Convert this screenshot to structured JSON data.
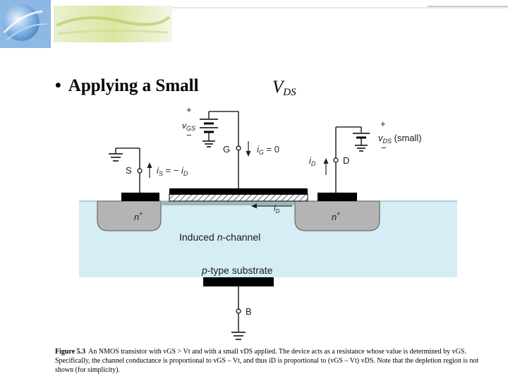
{
  "slide": {
    "bullet": "•",
    "title": "Applying a Small",
    "title_symbol": "V",
    "title_symbol_sub": "DS"
  },
  "figure": {
    "gate_source_plus": "+",
    "gate_source_minus": "−",
    "vgs_label": "v",
    "vgs_sub": "GS",
    "gate_terminal": "G",
    "gate_current": "i",
    "gate_current_sub": "G",
    "gate_current_value": " = 0",
    "drain_source_plus": "+",
    "drain_source_minus": "−",
    "vds_label": "v",
    "vds_sub": "DS",
    "vds_note": " (small)",
    "source_terminal": "S",
    "source_current_a": "i",
    "source_current_a_sub": "S",
    "source_current_eq": " = − ",
    "source_current_b": "i",
    "source_current_b_sub": "D",
    "drain_current": "i",
    "drain_current_sub": "D",
    "drain_terminal": "D",
    "channel_current": "i",
    "channel_current_sub": "D",
    "source_region": "n",
    "source_region_sup": "+",
    "drain_region": "n",
    "drain_region_sup": "+",
    "channel_label_pre": "Induced ",
    "channel_label_italic": "n",
    "channel_label_post": "-channel",
    "substrate_italic": "p",
    "substrate_post": "-type substrate",
    "body_terminal": "B"
  },
  "caption": {
    "figure_number": "Figure 5.3",
    "text": "An NMOS transistor with vGS > Vt and with a small vDS applied. The device acts as a resistance whose value is determined by vGS. Specifically, the channel conductance is proportional to vGS – Vt, and thus iD is proportional to (vGS – Vt) vDS. Note that the depletion region is not shown (for simplicity)."
  },
  "colors": {
    "substrate": "#d5edf4",
    "diffusion": "#b4b4b4",
    "metal": "#000000",
    "current_arrow": "#1e1e1e",
    "banner_blue": "#6fa7d6",
    "banner_green": "#dbe9a5"
  }
}
